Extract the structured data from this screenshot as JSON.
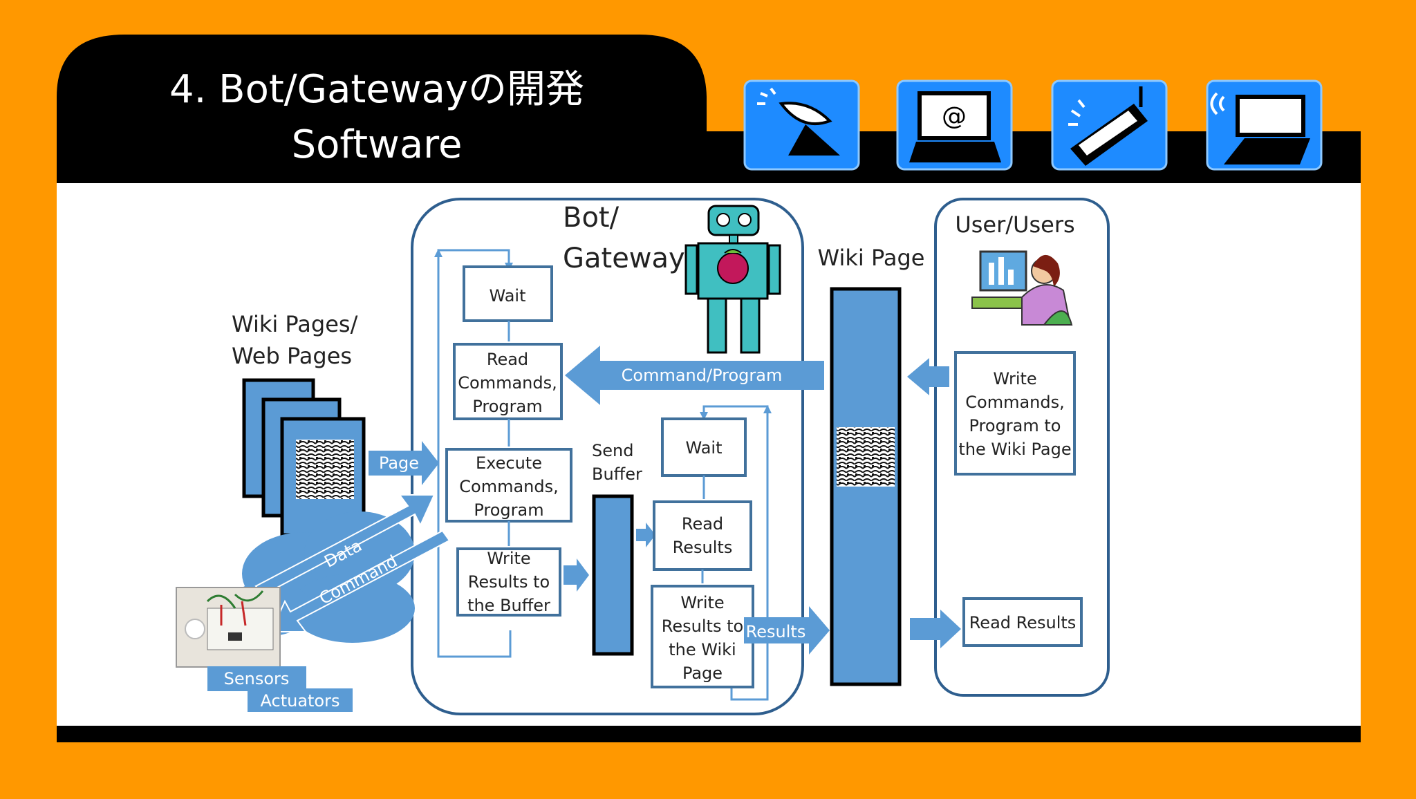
{
  "slide": {
    "title_line1": "4. Bot/Gatewayの開発",
    "title_line2": "Software"
  },
  "colors": {
    "background": "#FF9800",
    "header": "#000000",
    "accent_blue": "#5B9BD5",
    "box_border": "#41719C",
    "frame_border": "#2E5E8E",
    "icon_tile": "#1E8BFF"
  },
  "header_icons": [
    "satellite-dish-icon",
    "computer-email-icon",
    "mobile-phone-icon",
    "laptop-icon"
  ],
  "diagram": {
    "wiki_pages_label": "Wiki Pages/\nWeb Pages",
    "page_arrow_label": "Page",
    "data_arrow_label": "Data",
    "command_arrow_label": "Command",
    "sensors_label": "Sensors",
    "actuators_label": "Actuators",
    "bot_gateway_title": "Bot/\nGateway",
    "bot_steps": [
      "Wait",
      "Read\nCommands,\nProgram",
      "Execute\nCommands,\nProgram",
      "Write\nResults to\nthe Buffer"
    ],
    "send_buffer_label": "Send\nBuffer",
    "results_steps": [
      "Wait",
      "Read\nResults",
      "Write\nResults to\nthe Wiki\nPage"
    ],
    "command_program_label": "Command/Program",
    "results_arrow_label": "Results",
    "wiki_page_label": "Wiki Page",
    "user_label": "User/Users",
    "write_commands_label": "Write\nCommands,\nProgram to\nthe Wiki Page",
    "read_results_label": "Read Results"
  }
}
